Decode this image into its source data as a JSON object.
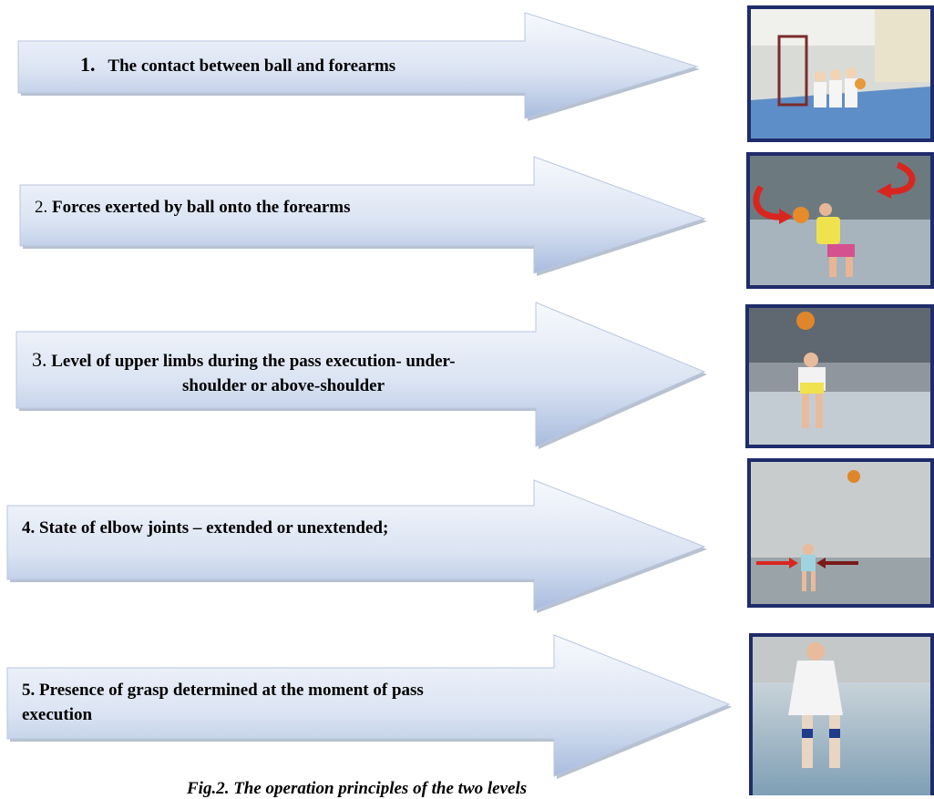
{
  "steps": [
    {
      "number": "1.",
      "text": "The contact between ball and forearms"
    },
    {
      "number": "2.",
      "text": "Forces exerted by ball onto the forearms"
    },
    {
      "number": "3.",
      "text": "Level of upper limbs during the pass execution- under-",
      "text2": "shoulder or above-shoulder"
    },
    {
      "number": "4.",
      "text": "State of elbow joints – extended or unextended;"
    },
    {
      "number": "5.",
      "text": "Presence of grasp determined at the moment of pass",
      "text2": "execution"
    }
  ],
  "caption": "Fig.2. The operation principles of the two levels",
  "colors": {
    "arrow_light": "#f4f7fc",
    "arrow_dark": "#9fb3d6",
    "frame": "#1f2c6b"
  }
}
